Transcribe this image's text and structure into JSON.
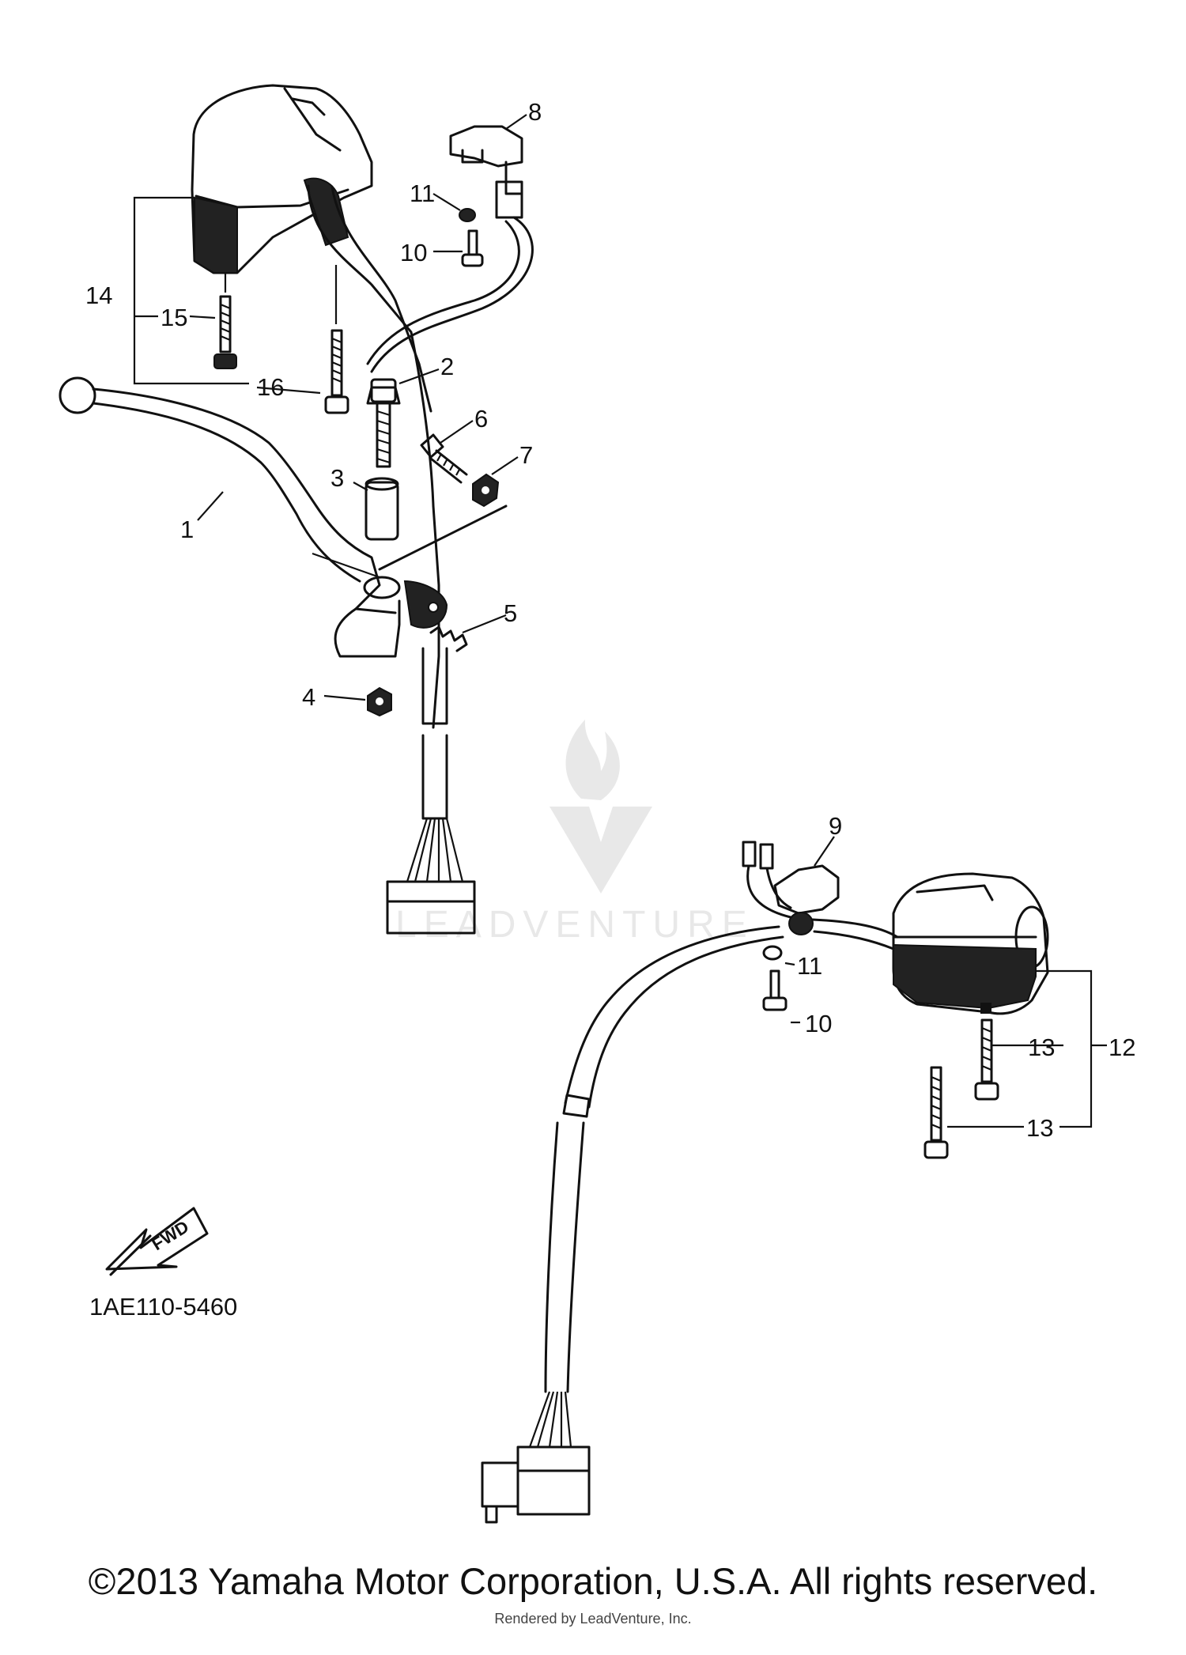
{
  "diagram": {
    "callouts": {
      "c1": "1",
      "c2": "2",
      "c3": "3",
      "c4": "4",
      "c5": "5",
      "c6": "6",
      "c7": "7",
      "c8": "8",
      "c9": "9",
      "c10a": "10",
      "c10b": "10",
      "c11a": "11",
      "c11b": "11",
      "c12": "12",
      "c13a": "13",
      "c13b": "13",
      "c14": "14",
      "c15": "15",
      "c16": "16"
    },
    "fwd_label": "FWD",
    "part_code": "1AE110-5460",
    "watermark": "LEADVENTURE"
  },
  "footer": {
    "copyright": "©2013 Yamaha Motor Corporation, U.S.A. All rights reserved.",
    "render_note": "Rendered by LeadVenture, Inc."
  }
}
